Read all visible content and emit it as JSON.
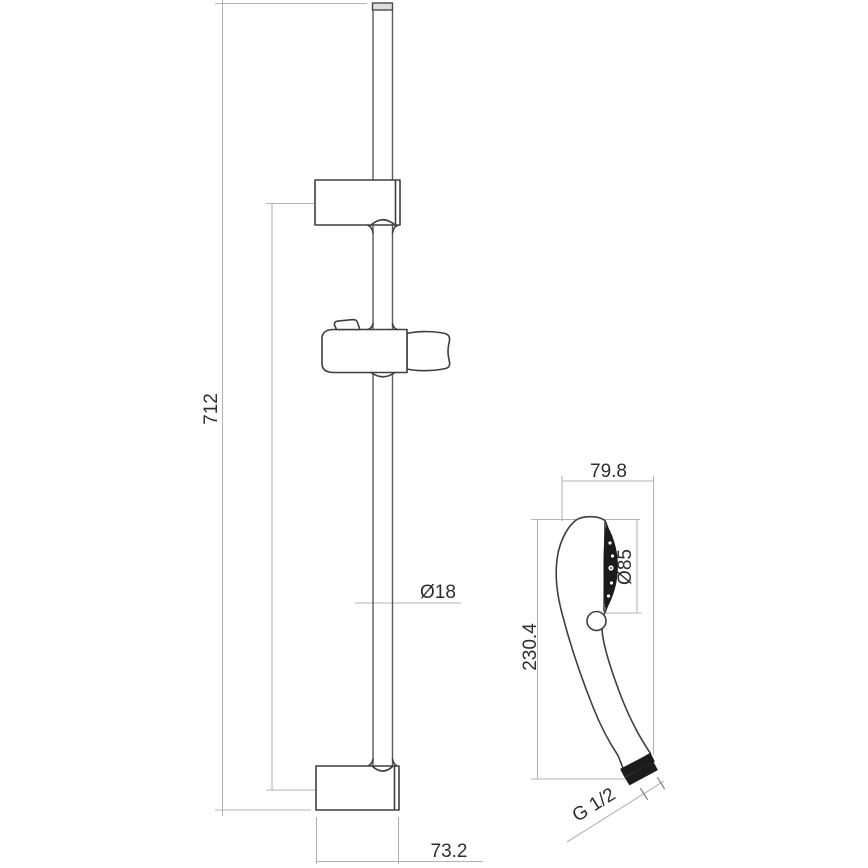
{
  "drawing": {
    "kind": "technical dimension drawing - shower rail set with hand shower",
    "views": {
      "rail": {
        "length_label": "712",
        "diameter_label": "Ø18",
        "bracket_width_label": "73.2"
      },
      "handset": {
        "width_label": "79.8",
        "face_diameter_label": "Ø85",
        "length_label": "230.4",
        "thread_label": "G 1/2"
      }
    },
    "colors": {
      "background": "#ffffff",
      "object_line": "#3f3f3f",
      "rail_line": "#5a5a5a",
      "dimension_line": "#b3b3b3",
      "text": "#2e2e2e",
      "solid_fill": "#1b1b1b"
    }
  }
}
